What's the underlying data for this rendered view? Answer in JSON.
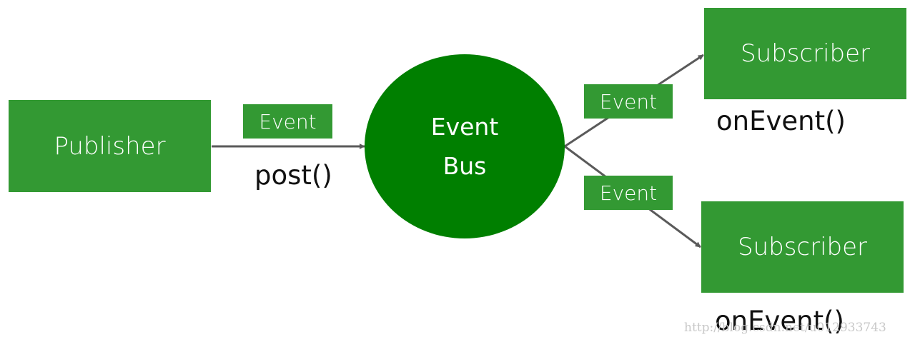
{
  "diagram": {
    "publisher": {
      "label": "Publisher",
      "call": "post()"
    },
    "event_bus": {
      "line1": "Event",
      "line2": "Bus"
    },
    "event_tags": [
      "Event",
      "Event",
      "Event"
    ],
    "subscribers": [
      {
        "label": "Subscriber",
        "call": "onEvent()"
      },
      {
        "label": "Subscriber",
        "call": "onEvent()"
      }
    ],
    "watermark": "http://blog.csdn.net/u012933743",
    "colors": {
      "box_green": "#339933",
      "bus_green": "#007f00",
      "arrow_gray": "#5a5a5a",
      "text_white": "#ffffff"
    }
  }
}
